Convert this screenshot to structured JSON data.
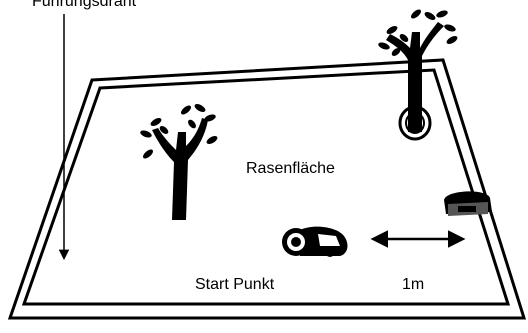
{
  "labels": {
    "guide_wire": "Führungsdraht",
    "lawn_area": "Rasenfläche",
    "start_point": "Start Punkt",
    "distance": "1m"
  },
  "colors": {
    "background": "#ffffff",
    "ink": "#000000",
    "station": "#555555"
  },
  "icons": [
    "tree-icon",
    "tree-icon",
    "robot-mower-icon",
    "charging-station-icon",
    "double-arrow-icon",
    "down-arrow-icon"
  ]
}
